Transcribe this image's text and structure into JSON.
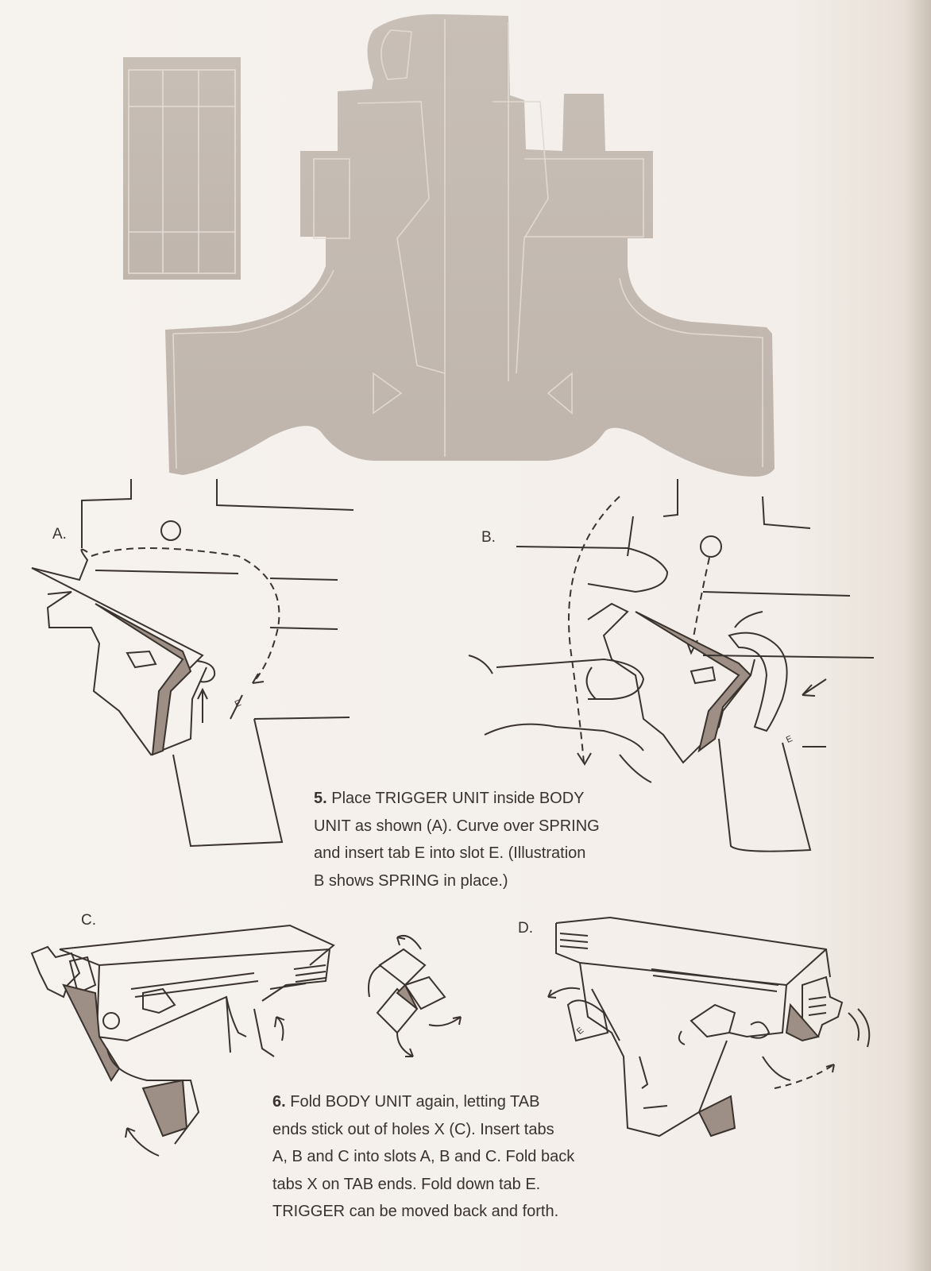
{
  "figure_labels": {
    "a": "A.",
    "b": "B.",
    "c": "C.",
    "d": "D."
  },
  "tab_label": "E",
  "step5": {
    "number": "5.",
    "lines": [
      "Place TRIGGER UNIT inside BODY",
      "UNIT as shown (A). Curve over SPRING",
      "and insert tab E into slot E. (Illustration",
      "B shows SPRING in place.)"
    ]
  },
  "step6": {
    "number": "6.",
    "lines": [
      "Fold BODY UNIT again, letting TAB",
      "ends stick out of holes X (C). Insert tabs",
      "A, B and C into slots A, B and C. Fold back",
      "tabs X on TAB ends. Fold down tab E.",
      "TRIGGER can be moved back and forth."
    ]
  },
  "colors": {
    "paper": "#f4efea",
    "cutout": "#c4bab2",
    "ink": "#3a322d",
    "shade": "#9d8f85"
  }
}
